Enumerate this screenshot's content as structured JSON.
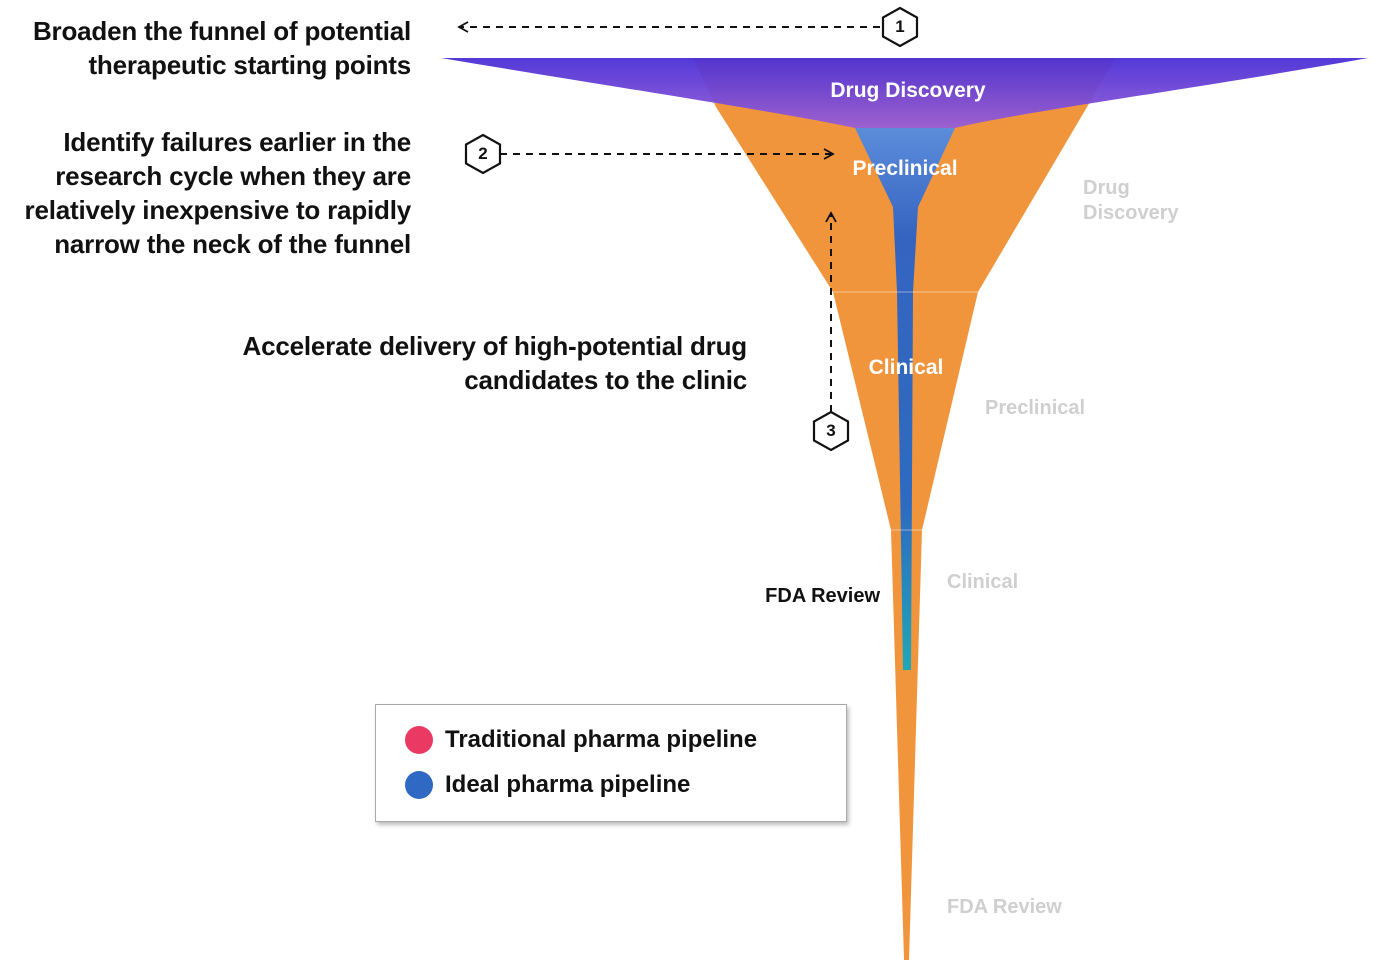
{
  "callouts": {
    "broaden": "Broaden the funnel of potential therapeutic starting points",
    "identify": "Identify failures earlier in the research cycle when they are relatively inexpensive to rapidly narrow the neck of the funnel",
    "accelerate": "Accelerate delivery of high-potential drug candidates to the clinic"
  },
  "steps": [
    "1",
    "2",
    "3"
  ],
  "ideal_stages": {
    "drug_discovery": "Drug Discovery",
    "preclinical": "Preclinical",
    "clinical": "Clinical",
    "fda_review": "FDA Review"
  },
  "traditional_stages": {
    "drug_discovery": "Drug Discovery",
    "preclinical": "Preclinical",
    "clinical": "Clinical",
    "fda_review": "FDA Review"
  },
  "legend": {
    "traditional": "Traditional pharma pipeline",
    "ideal": "Ideal pharma pipeline"
  },
  "colors": {
    "traditional": "#ea3a63",
    "ideal": "#2f69c3",
    "discovery_top": "#5b3fd1",
    "fda_orange": "#f08f3b",
    "outer_label_gray": "#cfcfcf"
  }
}
